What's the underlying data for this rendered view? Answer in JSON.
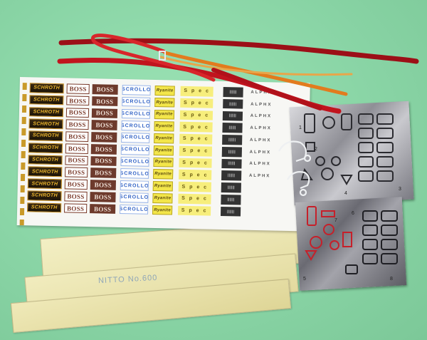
{
  "scene": {
    "colors": {
      "background": "#8fd9aa",
      "ribbon_red": "#b3121c",
      "ribbon_orange": "#e07a1a",
      "decal_sheet": "#f7f7f4",
      "tape": "#efe9b6",
      "photo_etch": "#a9a9b0"
    }
  },
  "decals": {
    "schroth_label": "SCHROTH",
    "boss_label": "BOSS",
    "blue_label": "SCROLLO",
    "yellow_label": "Ryanite",
    "yellow2_label": "S p e c",
    "dark_label": "||||||",
    "alpha_label": "ALPHX"
  },
  "tape": {
    "print_label": "NITTO  No.600"
  },
  "photo_etch": {
    "fret_numbers": [
      "1",
      "2",
      "3",
      "4",
      "5",
      "6",
      "7",
      "8"
    ]
  }
}
